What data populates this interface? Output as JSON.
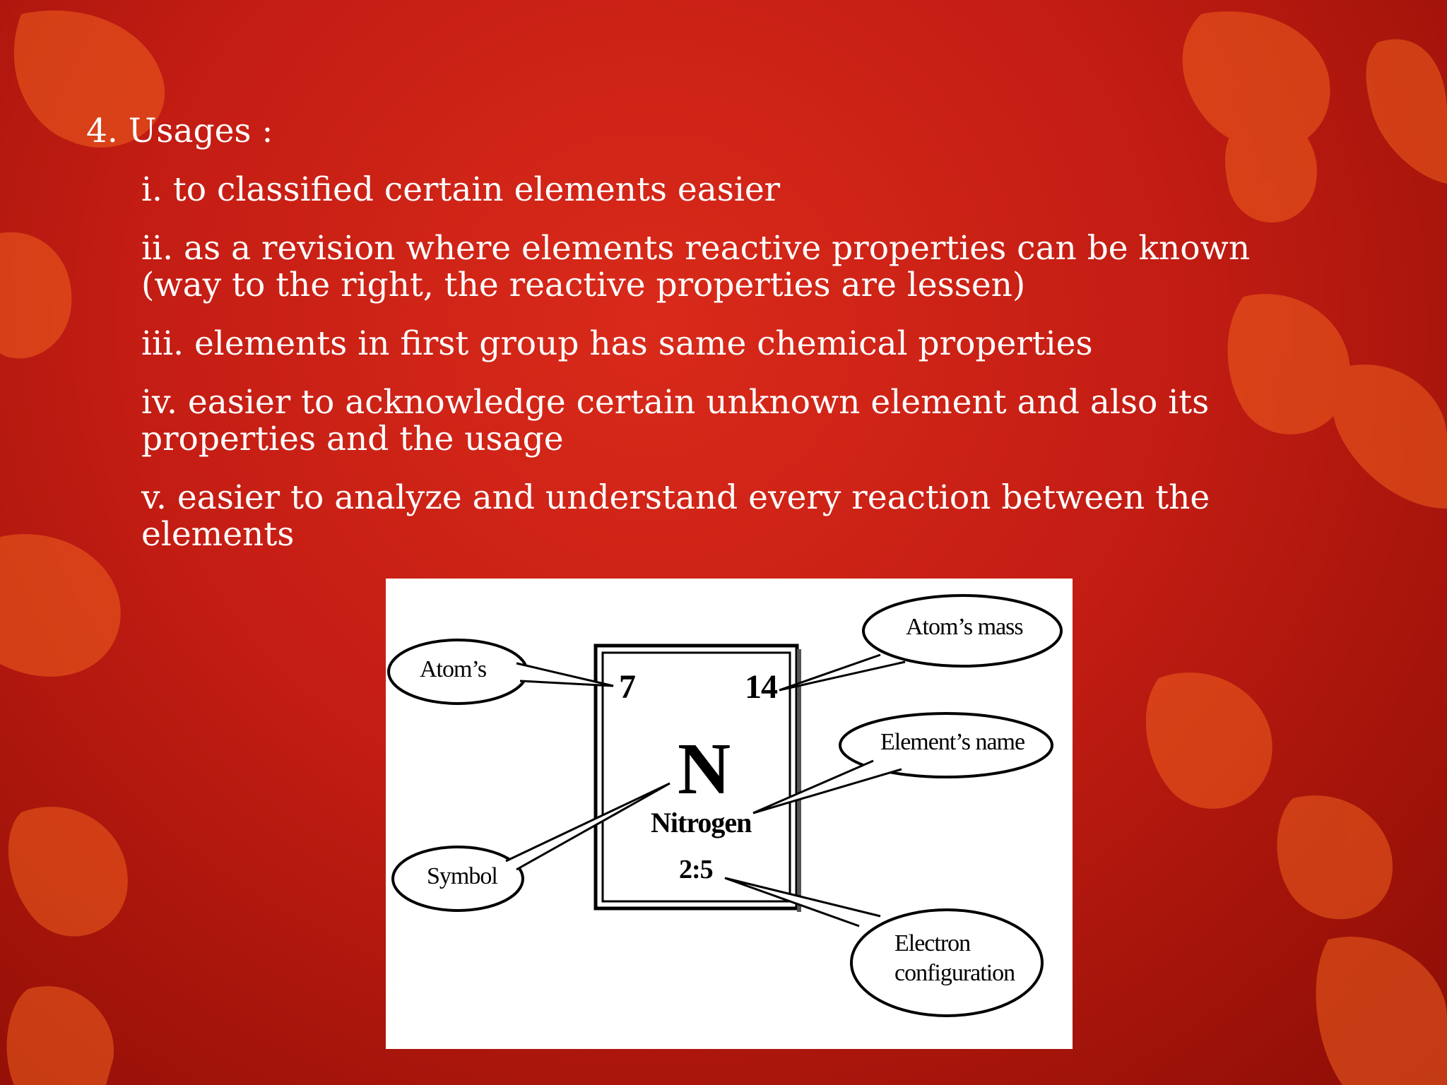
{
  "slide": {
    "heading": "4. Usages :",
    "items": [
      {
        "lines": [
          "i. to classified certain elements easier"
        ]
      },
      {
        "lines": [
          "ii. as a revision where elements reactive properties can be known",
          "(way to the right, the reactive properties are lessen)"
        ]
      },
      {
        "lines": [
          "iii. elements in first group has same chemical properties"
        ]
      },
      {
        "lines": [
          "iv. easier to acknowledge certain unknown element and also its",
          "properties and the usage"
        ]
      },
      {
        "lines": [
          "v. easier to analyze and understand every reaction between the",
          "elements"
        ]
      }
    ]
  },
  "diagram": {
    "atomic_number": "7",
    "atomic_mass": "14",
    "symbol": "N",
    "name": "Nitrogen",
    "configuration": "2:5",
    "callouts": {
      "atoms": "Atom’s",
      "atom_mass": "Atom’s mass",
      "element_name": "Element’s name",
      "symbol": "Symbol",
      "electron_line1": "Electron",
      "electron_line2": "configuration"
    }
  },
  "colors": {
    "background": "#c41d14",
    "leaf": "#f0601f",
    "text": "#ffffff"
  }
}
